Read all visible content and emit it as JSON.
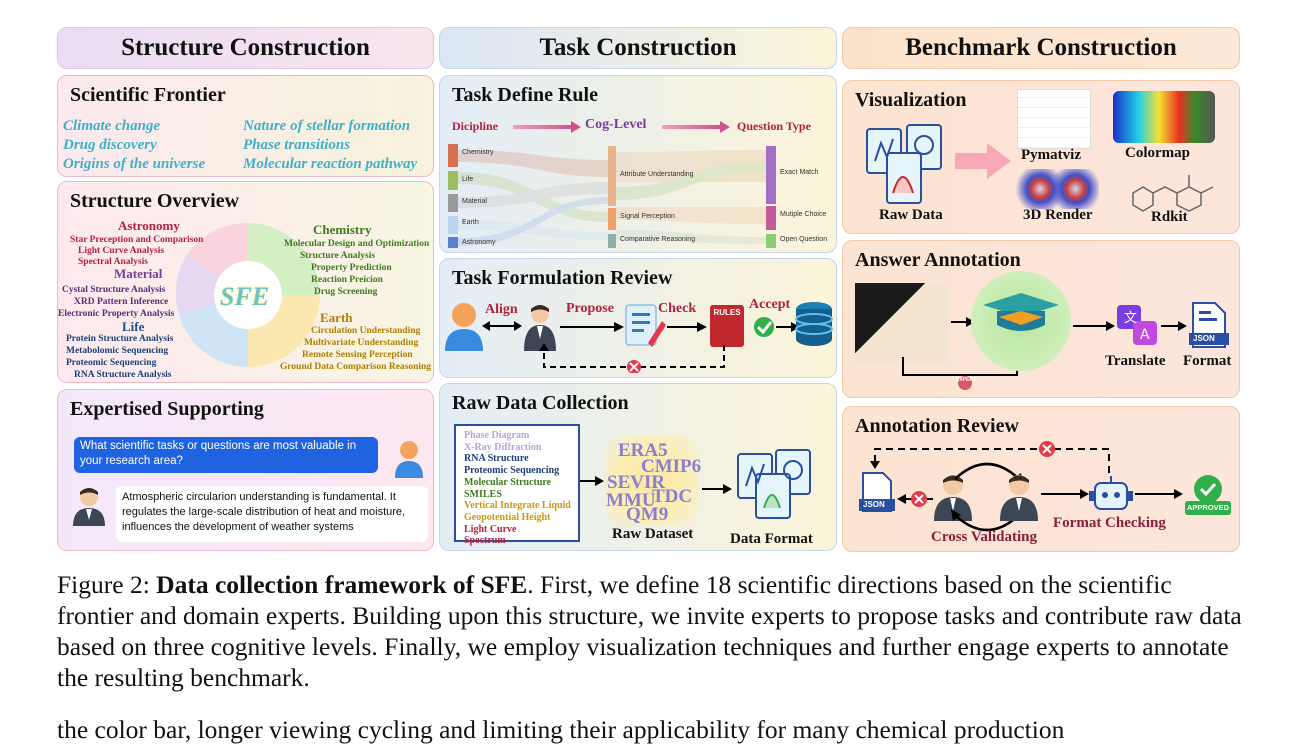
{
  "columns": {
    "structure": "Structure Construction",
    "task": "Task Construction",
    "benchmark": "Benchmark Construction"
  },
  "frontier": {
    "title": "Scientific Frontier",
    "items": [
      "Climate change",
      "Nature of stellar formation",
      "Drug discovery",
      "Phase transitions",
      "Origins of the universe",
      "Molecular reaction pathway"
    ]
  },
  "overview": {
    "title": "Structure Overview",
    "center": "SFE",
    "astronomy": {
      "name": "Astronomy",
      "items": [
        "Star Preception and Comparison",
        "Light Curve Analysis",
        "Spectral Analysis"
      ]
    },
    "material": {
      "name": "Material",
      "items": [
        "Cystal Structure Analysis",
        "XRD Pattern Inference",
        "Electronic Property Analysis"
      ]
    },
    "life": {
      "name": "Life",
      "items": [
        "Protein Structure Analysis",
        "Metabolomic Sequencing",
        "Proteomic Sequencing",
        "RNA Structure Analysis"
      ]
    },
    "chemistry": {
      "name": "Chemistry",
      "items": [
        "Molecular Design and Optimization",
        "Structure Analysis",
        "Property Prediction",
        "Reaction Preicion",
        "Drug Screening"
      ]
    },
    "earth": {
      "name": "Earth",
      "items": [
        "Circulation Understanding",
        "Multivariate Understanding",
        "Remote Sensing Perception",
        "Ground Data Comparison Reasoning"
      ]
    }
  },
  "expertise": {
    "title": "Expertised Supporting",
    "question": "What scientific tasks or questions are most valuable in your research area?",
    "answer": "Atmospheric circularion understanding is fundamental. It regulates the large-scale distribution of heat and moisture, influences the development of weather systems"
  },
  "taskdef": {
    "title": "Task Define Rule",
    "h1": "Dicipline",
    "h2": "Cog-Level",
    "h3": "Question Type",
    "disciplines": [
      "Chemistry",
      "Life",
      "Material",
      "Earth",
      "Astronomy"
    ],
    "levels": [
      "Attribute Understanding",
      "Signal Perception",
      "Comparative Reasoning"
    ],
    "qtypes": [
      "Exact Match",
      "Mutiple Choice",
      "Open Question"
    ]
  },
  "taskform": {
    "title": "Task Formulation Review",
    "align": "Align",
    "propose": "Propose",
    "check": "Check",
    "accept": "Accept",
    "rules": "RULES"
  },
  "rawcol": {
    "title": "Raw Data Collection",
    "list": [
      "Phase Diagram",
      "X-Ray Diffraction",
      "RNA Structure",
      "Proteomic Sequencing",
      "Molecular Structure",
      "SMILES",
      "Vertical Integrate Liquid",
      "Geopotential Height",
      "Light Curve",
      "Spectrum"
    ],
    "datasets": [
      "ERA5",
      "CMIP6",
      "SEVIR",
      "TDC",
      "MMU",
      "QM9"
    ],
    "raw_dataset": "Raw Dataset",
    "data_format": "Data Format"
  },
  "vis": {
    "title": "Visualization",
    "raw": "Raw Data",
    "pymatviz": "Pymatviz",
    "colormap": "Colormap",
    "render": "3D Render",
    "rdkit": "Rdkit"
  },
  "ann": {
    "title": "Answer Annotation",
    "translate": "Translate",
    "format": "Format",
    "json": "JSON",
    "expert": "EXPERT"
  },
  "review": {
    "title": "Annotation Review",
    "cross": "Cross Validating",
    "fmtcheck": "Format Checking",
    "approved": "APPROVED",
    "json": "JSON"
  },
  "caption": {
    "prefix": "Figure 2: ",
    "bold": "Data collection framework of SFE",
    "text": ". First, we define 18 scientific directions based on the scientific frontier and domain experts. Building upon this structure, we invite experts to propose tasks and contribute raw data based on three cognitive levels. Finally, we employ visualization techniques and further engage experts to annotate the resulting benchmark."
  },
  "next_line": "the color bar, longer viewing cycling and limiting their applicability for many chemical production"
}
